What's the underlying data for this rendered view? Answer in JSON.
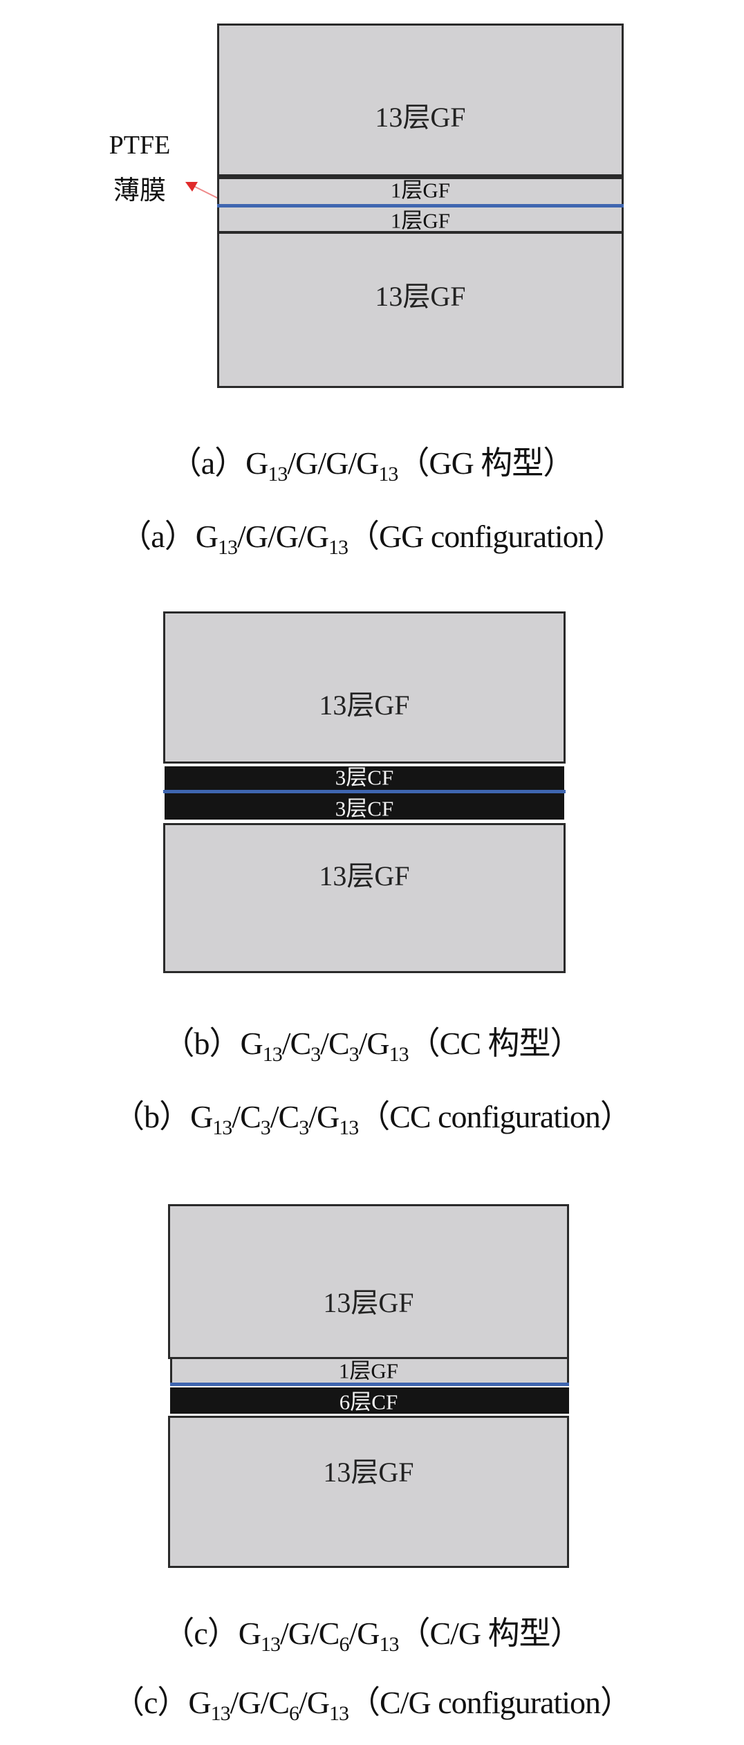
{
  "annotation": {
    "line1": "PTFE",
    "line2": "薄膜",
    "arrow_color": "#e02a2a"
  },
  "colors": {
    "gf": "#d2d1d3",
    "cf": "#141414",
    "ptfe_film": "#3f66b0",
    "border": "#2a2a2a"
  },
  "panels": [
    {
      "layers": [
        "13层GF",
        "1层GF",
        "1层GF",
        "13层GF"
      ],
      "caption_cn": [
        {
          "t": "（a）G"
        },
        {
          "s": "13"
        },
        {
          "t": "/G/G/G"
        },
        {
          "s": "13"
        },
        {
          "t": "（GG 构型）"
        }
      ],
      "caption_en": [
        {
          "t": "（a）G"
        },
        {
          "s": "13"
        },
        {
          "t": "/G/G/G"
        },
        {
          "s": "13"
        },
        {
          "t": "（GG configuration）"
        }
      ]
    },
    {
      "layers": [
        "13层GF",
        "3层CF",
        "3层CF",
        "13层GF"
      ],
      "caption_cn": [
        {
          "t": "（b）G"
        },
        {
          "s": "13"
        },
        {
          "t": "/C"
        },
        {
          "s": "3"
        },
        {
          "t": "/C"
        },
        {
          "s": "3"
        },
        {
          "t": "/G"
        },
        {
          "s": "13"
        },
        {
          "t": "（CC 构型）"
        }
      ],
      "caption_en": [
        {
          "t": "（b）G"
        },
        {
          "s": "13"
        },
        {
          "t": "/C"
        },
        {
          "s": "3"
        },
        {
          "t": "/C"
        },
        {
          "s": "3"
        },
        {
          "t": "/G"
        },
        {
          "s": "13"
        },
        {
          "t": "（CC configuration）"
        }
      ]
    },
    {
      "layers": [
        "13层GF",
        "1层GF",
        "6层CF",
        "13层GF"
      ],
      "caption_cn": [
        {
          "t": "（c）G"
        },
        {
          "s": "13"
        },
        {
          "t": "/G/C"
        },
        {
          "s": "6"
        },
        {
          "t": "/G"
        },
        {
          "s": "13"
        },
        {
          "t": "（C/G 构型）"
        }
      ],
      "caption_en": [
        {
          "t": "（c）G"
        },
        {
          "s": "13"
        },
        {
          "t": "/G/C"
        },
        {
          "s": "6"
        },
        {
          "t": "/G"
        },
        {
          "s": "13"
        },
        {
          "t": "（C/G configuration）"
        }
      ]
    }
  ]
}
